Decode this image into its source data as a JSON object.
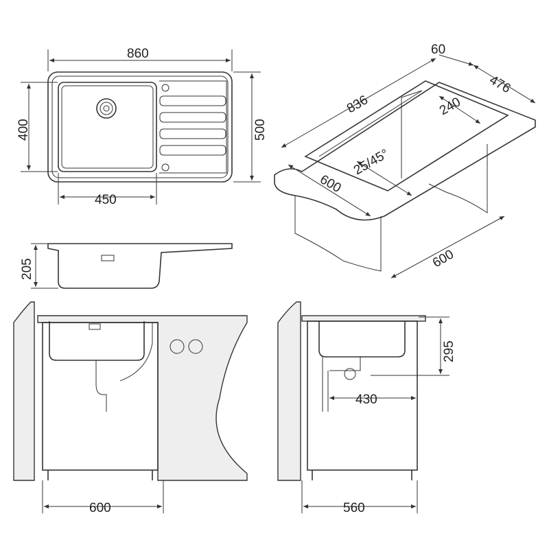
{
  "top_view": {
    "width": "860",
    "bowl_depth": "400",
    "depth": "500",
    "bowl_width": "450"
  },
  "iso_view": {
    "length": "836",
    "edge": "60",
    "width": "476",
    "corner": "240",
    "angle": "25/45°",
    "cutout_width": "600",
    "cabinet_depth": "600"
  },
  "side_view": {
    "height": "205"
  },
  "front_install": {
    "cabinet_width": "600"
  },
  "side_install": {
    "depth": "295",
    "offset": "430",
    "cabinet_width": "560"
  }
}
